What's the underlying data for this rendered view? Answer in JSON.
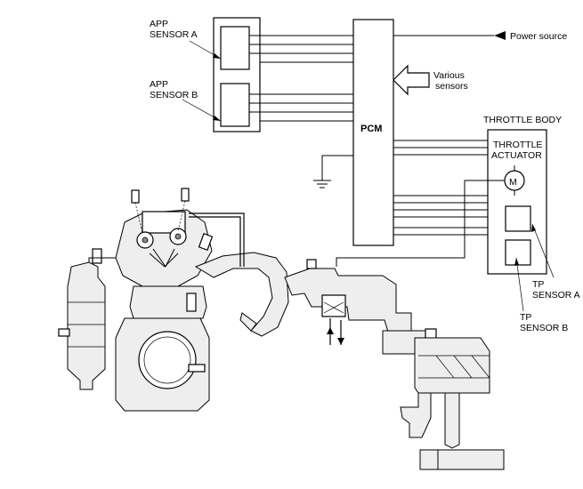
{
  "labels": {
    "app_sensor_a": [
      "APP",
      "SENSOR A"
    ],
    "app_sensor_b": [
      "APP",
      "SENSOR B"
    ],
    "pcm": "PCM",
    "power_source": "Power source",
    "various_sensors": [
      "Various",
      "sensors"
    ],
    "throttle_body": "THROTTLE BODY",
    "throttle_actuator": [
      "THROTTLE",
      "ACTUATOR"
    ],
    "tp_sensor_a": [
      "TP",
      "SENSOR A"
    ],
    "tp_sensor_b": [
      "TP",
      "SENSOR B"
    ]
  }
}
